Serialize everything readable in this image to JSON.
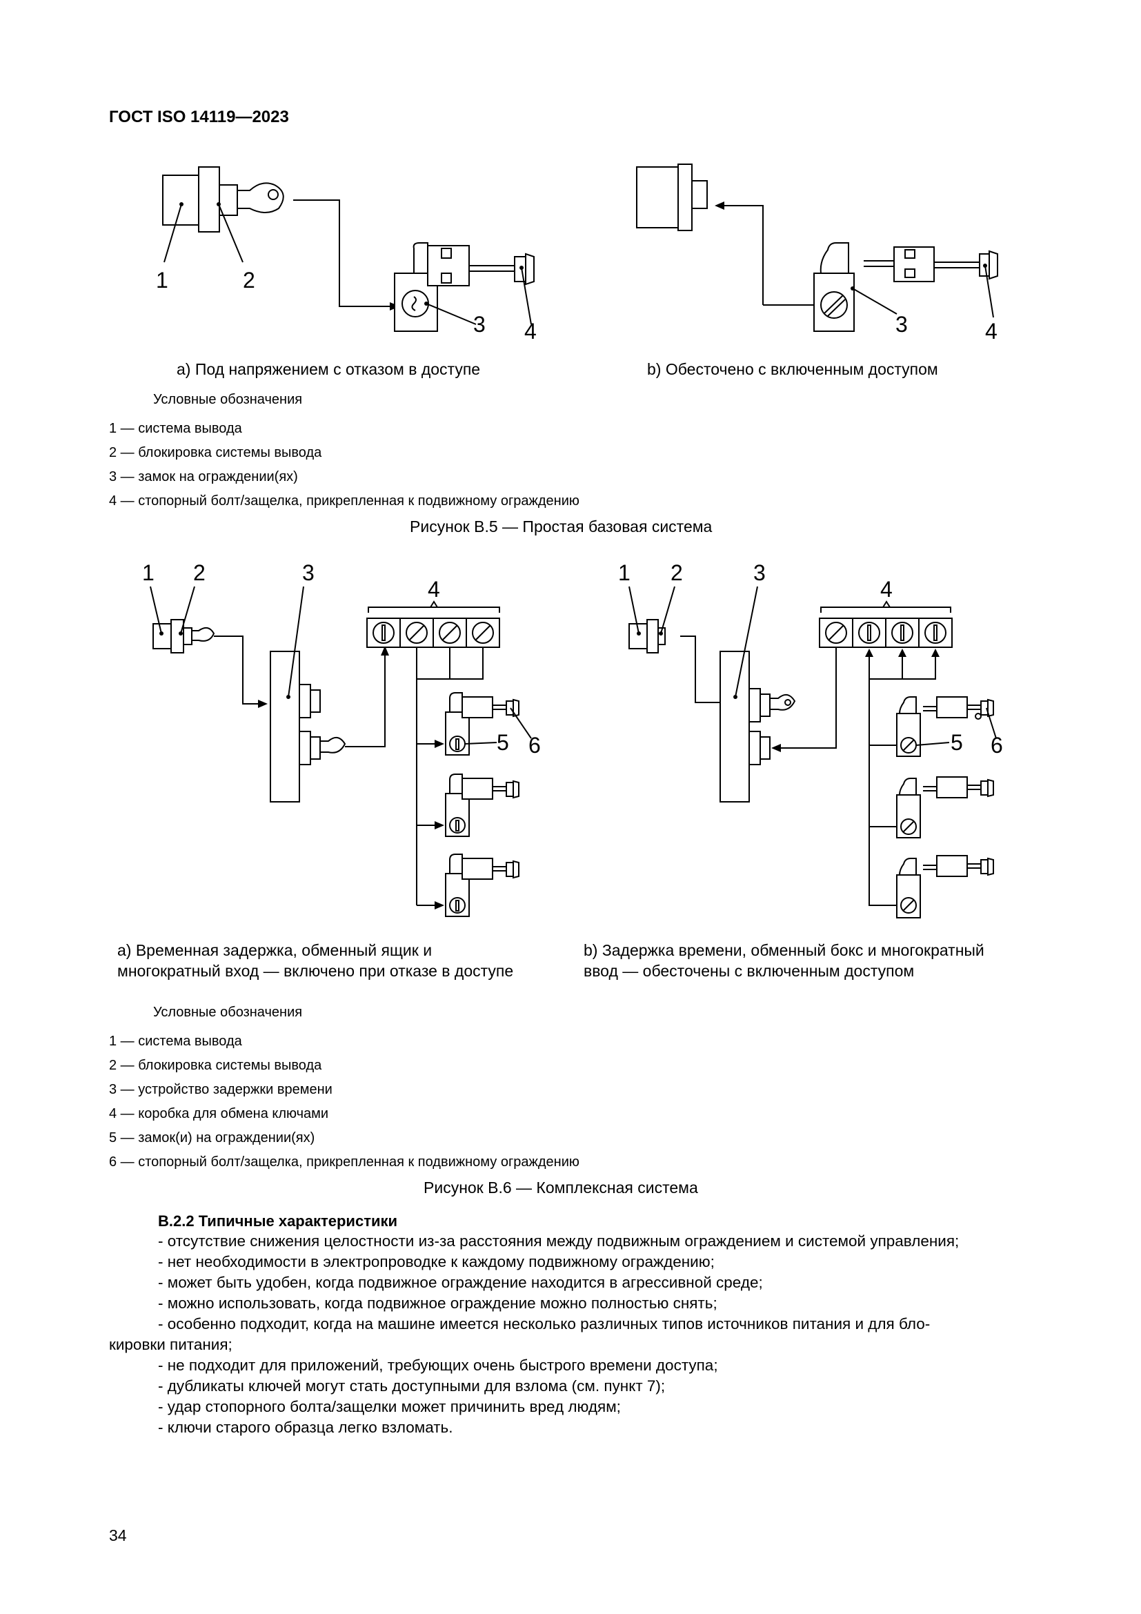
{
  "header": {
    "doc_id": "ГОСТ ISO 14119—2023"
  },
  "figure_b5": {
    "labels": {
      "l1": "1",
      "l2": "2",
      "l3": "3",
      "l4": "4"
    },
    "caption_a": "а) Под напряжением с отказом в доступе",
    "caption_b": "b) Обесточено с включенным доступом",
    "legend_title": "Условные обозначения",
    "legend": [
      "1 — система вывода",
      "2 — блокировка системы вывода",
      "3 — замок на ограждении(ях)",
      "4 — стопорный болт/защелка, прикрепленная к подвижному ограждению"
    ],
    "title": "Рисунок B.5 — Простая базовая система"
  },
  "figure_b6": {
    "labels": {
      "l1": "1",
      "l2": "2",
      "l3": "3",
      "l4": "4",
      "l5": "5",
      "l6": "6"
    },
    "caption_a_line1": "а) Временная задержка, обменный ящик и",
    "caption_a_line2": "многократный вход — включено при отказе в доступе",
    "caption_b_line1": "b) Задержка времени, обменный бокс и многократный",
    "caption_b_line2": "ввод — обесточены с включенным доступом",
    "legend_title": "Условные обозначения",
    "legend": [
      "1 — система вывода",
      "2 — блокировка системы вывода",
      "3 — устройство задержки времени",
      "4 — коробка для обмена ключами",
      "5 — замок(и) на ограждении(ях)",
      "6 — стопорный болт/защелка, прикрепленная к подвижному ограждению"
    ],
    "title": "Рисунок B.6 — Комплексная система"
  },
  "section": {
    "title": "B.2.2 Типичные характеристики",
    "lines": [
      "- отсутствие снижения целостности из-за расстояния между подвижным ограждением и системой управления;",
      "- нет необходимости в электропроводке к каждому подвижному ограждению;",
      "- может быть удобен, когда подвижное ограждение находится в агрессивной среде;",
      "- можно использовать, когда подвижное ограждение можно полностью снять;",
      "-  особенно подходит, когда на машине имеется несколько различных типов источников питания и для бло-",
      "кировки питания;",
      "- не подходит для приложений, требующих очень быстрого времени доступа;",
      "- дубликаты ключей могут стать доступными для взлома (см. пункт 7);",
      "- удар стопорного болта/защелки может причинить вред людям;",
      "- ключи старого образца легко взломать."
    ]
  },
  "page_number": "34"
}
